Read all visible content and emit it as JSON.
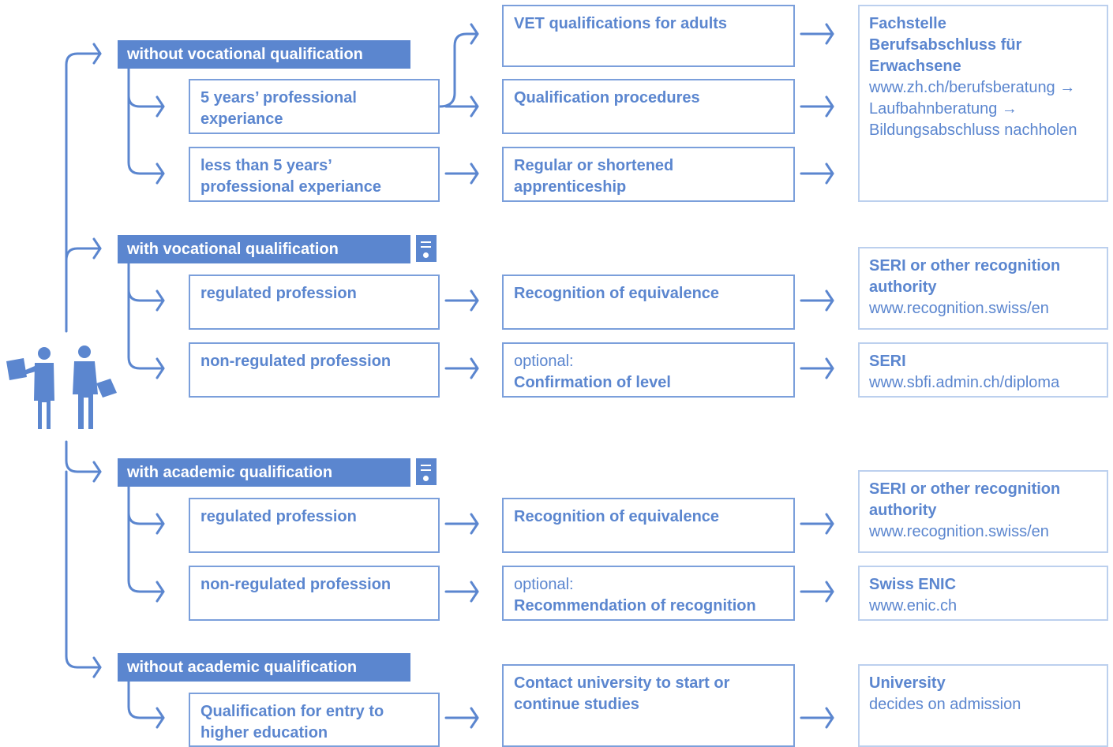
{
  "colors": {
    "primary": "#5b86cf",
    "border": "#7b9fdb",
    "output_border": "#bcd0ee",
    "background": "#ffffff"
  },
  "icons": {
    "people": "two-people-with-documents-icon",
    "certificate": "certificate-icon"
  },
  "sections": [
    {
      "header": "without vocational qualification",
      "has_certificate": false,
      "rows": [
        {
          "condition": "5 years’ professional experiance",
          "action": "VET qualifications for adults / Qualification procedures"
        },
        {
          "condition": "less than 5 years’ professional experiance",
          "action": "Regular or shortened apprenticeship"
        }
      ]
    }
  ],
  "s1": {
    "header": "without vocational qualification",
    "c1": "5 years’ professional experiance",
    "c2": "less than 5 years’ professional experiance",
    "a0": "VET qualifications for adults",
    "a1": "Qualification procedures",
    "a2": "Regular or shortened apprenticeship",
    "o_title": "Fachstelle Berufsabschluss für Erwachsene",
    "o_text": "www.zh.ch/berufsberatung → Laufbahnberatung → Bildungsabschluss nachholen"
  },
  "s2": {
    "header": "with vocational qualification",
    "c1": "regulated profession",
    "c2": "non-regulated profession",
    "a1": "Recognition of equivalence",
    "a2_prefix": "optional:",
    "a2": "Confirmation of level",
    "o1_title": "SERI or other recognition authority",
    "o1_text": "www.recognition.swiss/en",
    "o2_title": "SERI",
    "o2_text": "www.sbfi.admin.ch/diploma"
  },
  "s3": {
    "header": "with academic qualification",
    "c1": "regulated profession",
    "c2": "non-regulated profession",
    "a1": "Recognition of equivalence",
    "a2_prefix": "optional:",
    "a2": "Recommendation of recognition",
    "o1_title": "SERI or other recognition authority",
    "o1_text": "www.recognition.swiss/en",
    "o2_title": "Swiss ENIC",
    "o2_text": "www.enic.ch"
  },
  "s4": {
    "header": "without academic qualification",
    "c1": "Qualification for entry to higher education",
    "a1": "Contact university to start or continue studies",
    "o1_title": "University",
    "o1_text": "decides on admission"
  }
}
